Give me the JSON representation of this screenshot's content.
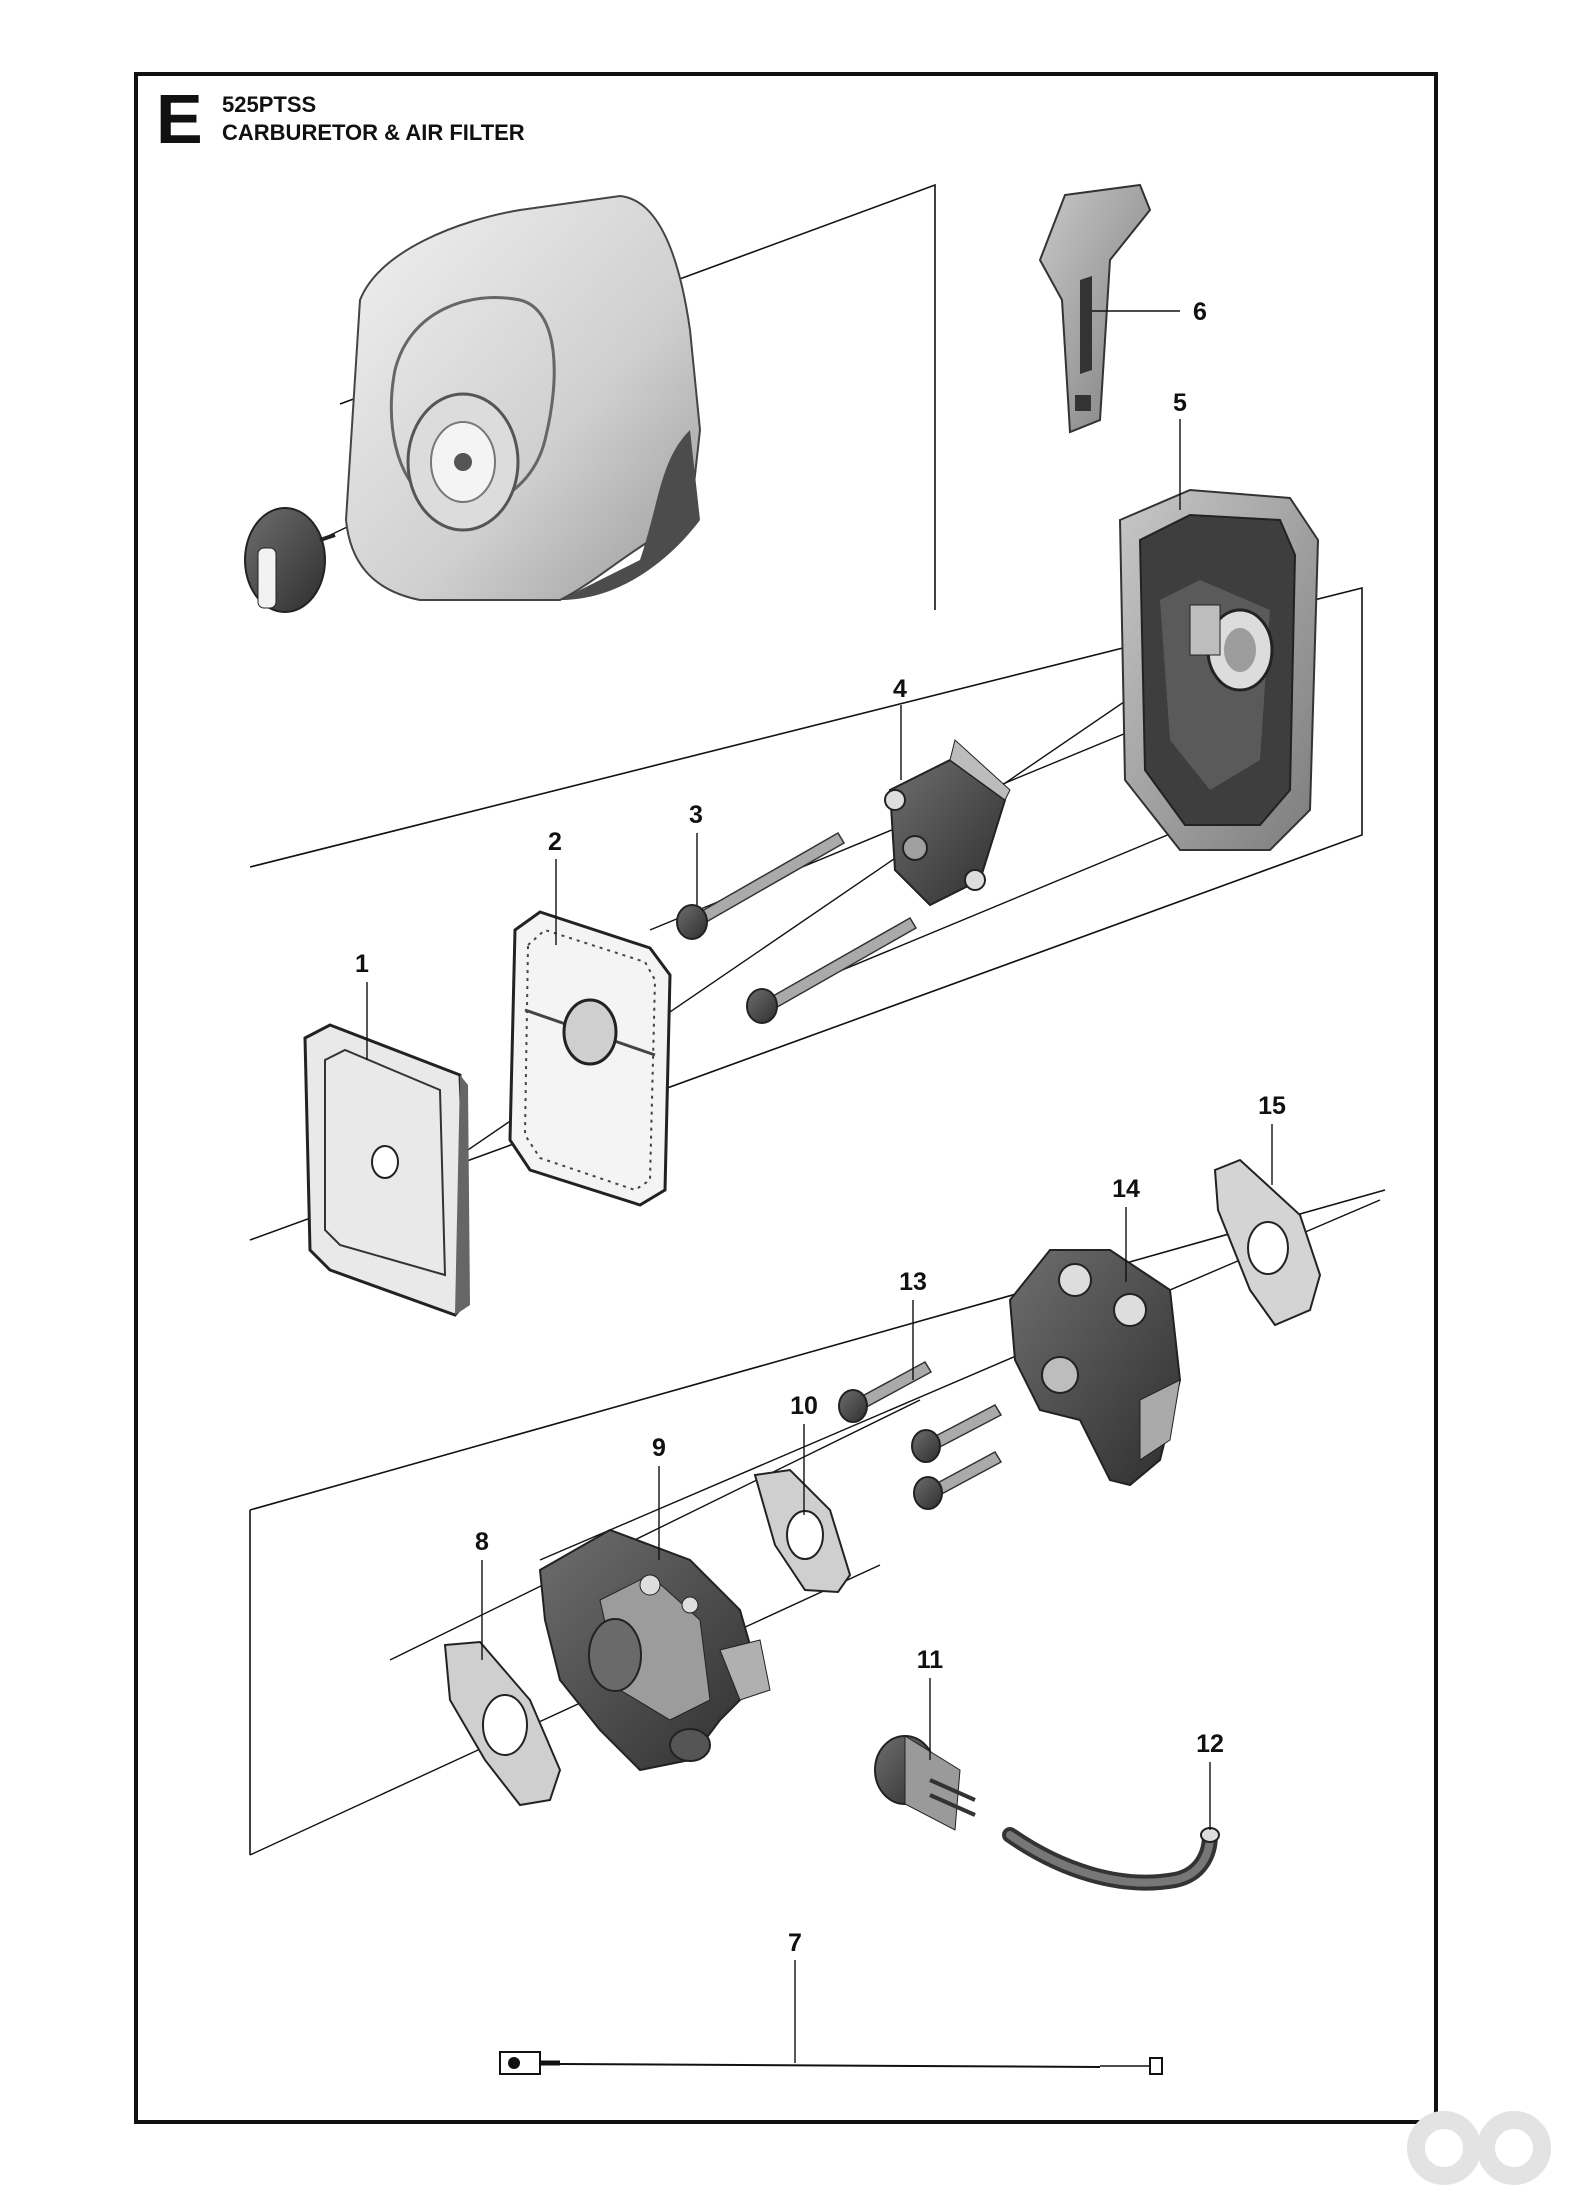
{
  "header": {
    "section_letter": "E",
    "model": "525PTSS",
    "title": "CARBURETOR & AIR FILTER"
  },
  "callouts": [
    "1",
    "2",
    "3",
    "4",
    "5",
    "6",
    "7",
    "8",
    "9",
    "10",
    "11",
    "12",
    "13",
    "14",
    "15"
  ],
  "parts": [
    {
      "callout": "1",
      "name": "air-filter-base-plate"
    },
    {
      "callout": "2",
      "name": "air-filter-element"
    },
    {
      "callout": "3",
      "name": "screw"
    },
    {
      "callout": "4",
      "name": "choke-bracket"
    },
    {
      "callout": "5",
      "name": "air-filter-housing"
    },
    {
      "callout": "6",
      "name": "choke-lever"
    },
    {
      "callout": "7",
      "name": "throttle-cable"
    },
    {
      "callout": "8",
      "name": "gasket"
    },
    {
      "callout": "9",
      "name": "carburetor"
    },
    {
      "callout": "10",
      "name": "gasket"
    },
    {
      "callout": "11",
      "name": "fuel-filter"
    },
    {
      "callout": "12",
      "name": "fuel-hose"
    },
    {
      "callout": "13",
      "name": "screw"
    },
    {
      "callout": "14",
      "name": "intake-adapter"
    },
    {
      "callout": "15",
      "name": "gasket"
    }
  ],
  "colors": {
    "line": "#111111",
    "part_dark": "#3a3a3a",
    "part_mid": "#8a8a8a",
    "part_light": "#d8d8d8",
    "logo": "#e3e3e3"
  }
}
